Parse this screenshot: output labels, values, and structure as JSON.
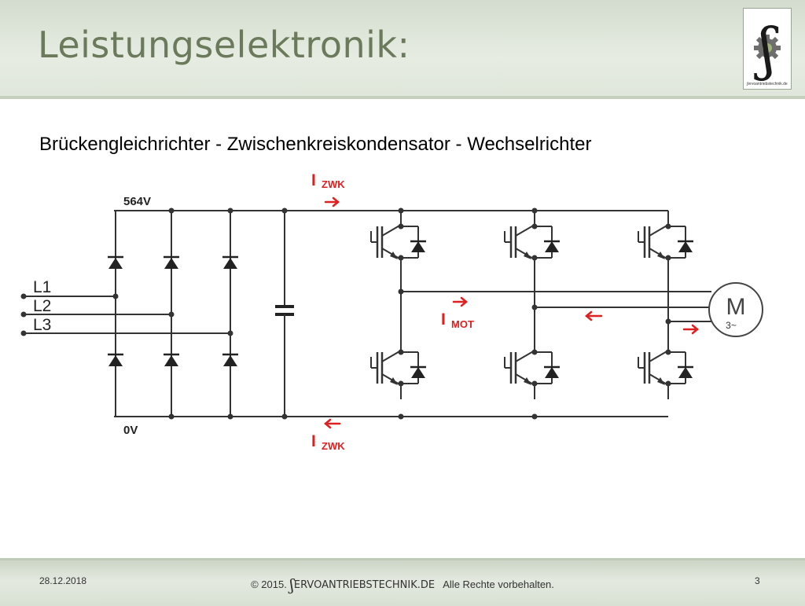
{
  "slide": {
    "title": "Leistungselektronik:",
    "subtitle": "Brückengleichrichter - Zwischenkreiskondensator - Wechselrichter"
  },
  "logo": {
    "symbol": "ʃ",
    "text": "ʃervoantriebstechnik.de",
    "icon": "gear-icon"
  },
  "diagram": {
    "voltage_top": "564V",
    "voltage_bottom": "0V",
    "phases": [
      "L1",
      "L2",
      "L3"
    ],
    "current_labels": {
      "i_zwk_top": {
        "main": "I",
        "sub": "ZWK"
      },
      "i_mot": {
        "main": "I",
        "sub": "MOT"
      },
      "i_zwk_bottom": {
        "main": "I",
        "sub": "ZWK"
      }
    },
    "motor": {
      "symbol": "M",
      "phase": "3~"
    },
    "colors": {
      "arrow": "#e02020",
      "wire": "#3a3a3a"
    }
  },
  "footer": {
    "date": "28.12.2018",
    "copyright_prefix": "© 2015.",
    "brand_symbol": "ʃ",
    "brand": "ERVOANTRIEBSTECHNIK.DE",
    "rights": "Alle Rechte vorbehalten.",
    "page_number": "3"
  }
}
